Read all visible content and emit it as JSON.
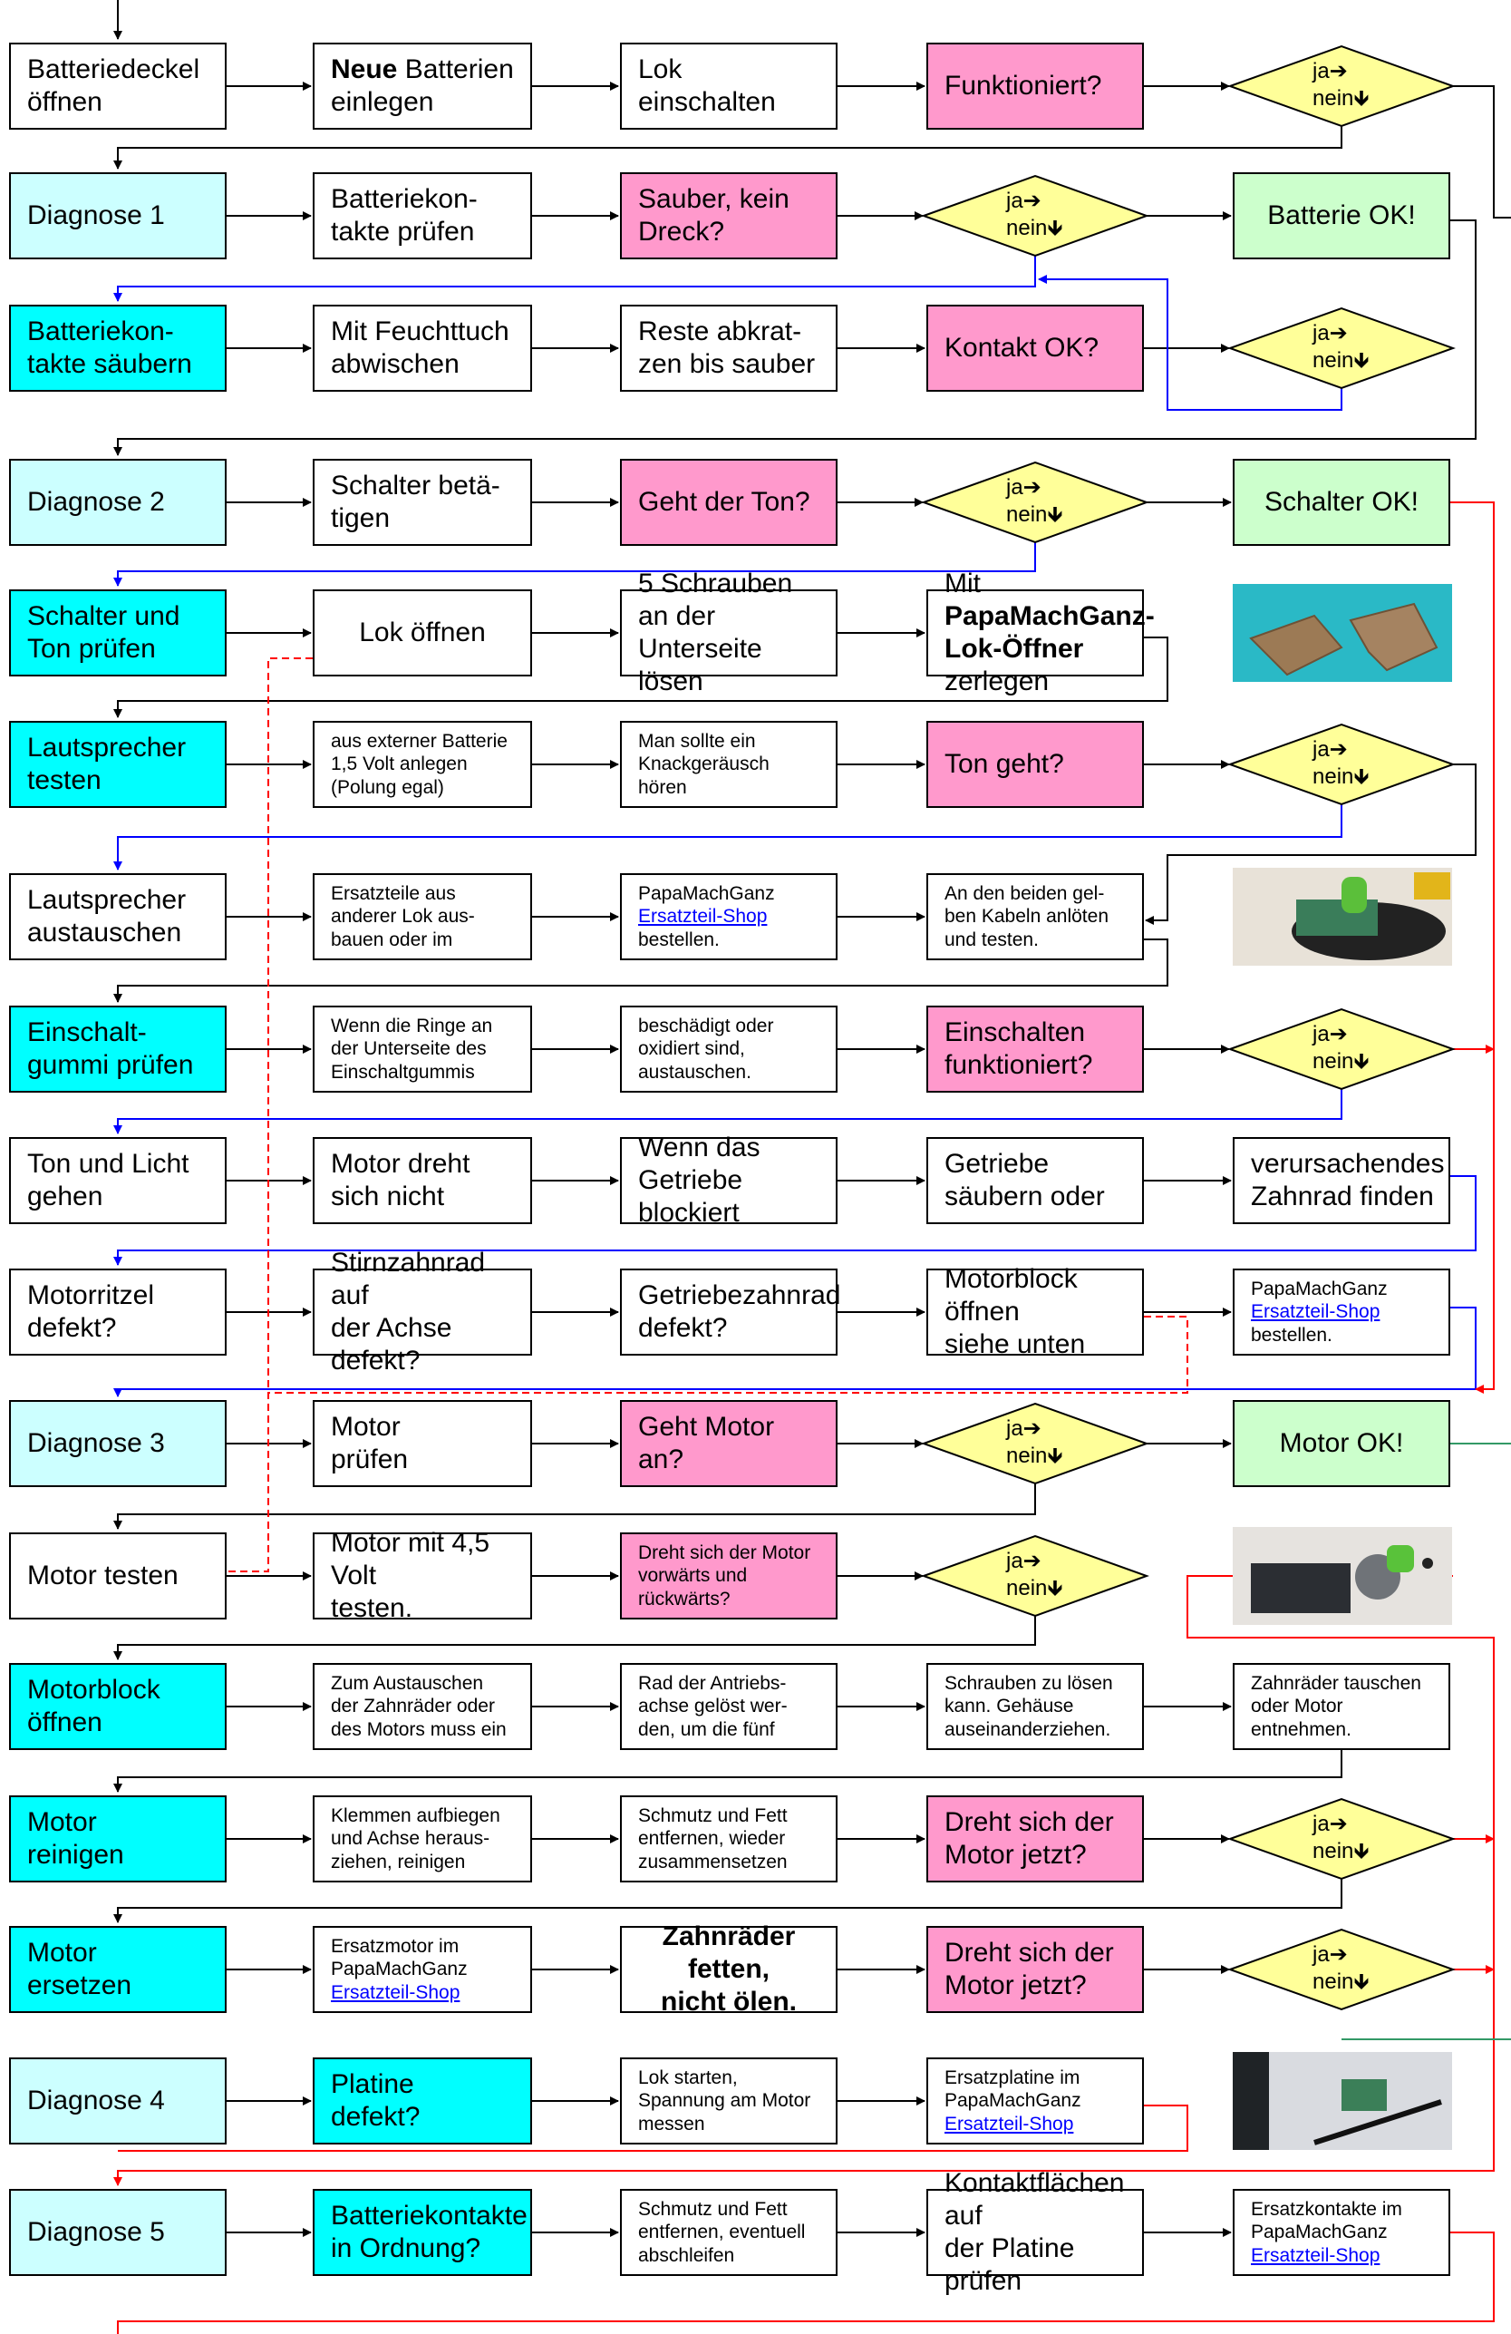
{
  "colors": {
    "white": "#ffffff",
    "pale_cyan": "#ccffff",
    "cyan": "#00ffff",
    "pink": "#ff99cc",
    "green": "#ccffcc",
    "yellow": "#ffff99",
    "arrow_black": "#000000",
    "arrow_blue": "#0000ff",
    "arrow_red": "#ff0000",
    "arrow_green": "#339966"
  },
  "decision_label": "ja➔\nnein🡻",
  "rows": [
    {
      "name": "batteriedeckel",
      "cells": [
        {
          "text": "Batteriedeckel\nöffnen",
          "color": "white"
        },
        {
          "rich": [
            {
              "t": "Neue",
              "b": true
            },
            {
              "t": " Batterien\neinlegen"
            }
          ],
          "color": "white"
        },
        {
          "text": "Lok\neinschalten",
          "color": "white"
        },
        {
          "text": "Funktioniert?",
          "color": "pink"
        },
        {
          "decision": true
        }
      ]
    },
    {
      "name": "diagnose-1",
      "cells": [
        {
          "text": "Diagnose 1",
          "color": "pale_cyan"
        },
        {
          "text": "Batteriekon-\ntakte prüfen",
          "color": "white"
        },
        {
          "text": "Sauber, kein\nDreck?",
          "color": "pink"
        },
        {
          "decision": true
        },
        {
          "text": "Batterie OK!",
          "color": "green",
          "center": true
        }
      ]
    },
    {
      "name": "batteriekontakte-saeubern",
      "cells": [
        {
          "text": "Batteriekon-\ntakte säubern",
          "color": "cyan"
        },
        {
          "text": "Mit Feuchttuch\nabwischen",
          "color": "white"
        },
        {
          "text": "Reste abkrat-\nzen bis sauber",
          "color": "white"
        },
        {
          "text": "Kontakt OK?",
          "color": "pink"
        },
        {
          "decision": true
        }
      ]
    },
    {
      "name": "diagnose-2",
      "cells": [
        {
          "text": "Diagnose 2",
          "color": "pale_cyan"
        },
        {
          "text": "Schalter betä-\ntigen",
          "color": "white"
        },
        {
          "text": "Geht der Ton?",
          "color": "pink"
        },
        {
          "decision": true
        },
        {
          "text": "Schalter OK!",
          "color": "green",
          "center": true
        }
      ]
    },
    {
      "name": "schalter-ton-pruefen",
      "cells": [
        {
          "text": "Schalter und\nTon prüfen",
          "color": "cyan"
        },
        {
          "text": "Lok öffnen",
          "color": "white",
          "center": true
        },
        {
          "text": "5 Schrauben an der\nUnterseite lösen",
          "color": "white"
        },
        {
          "rich": [
            {
              "t": "Mit "
            },
            {
              "t": "PapaMachGanz-\nLok-Öffner",
              "b": true
            },
            {
              "t": " zerlegen"
            }
          ],
          "color": "white"
        },
        {
          "photo": "wooden-opener-photo"
        }
      ]
    },
    {
      "name": "lautsprecher-testen",
      "cells": [
        {
          "text": "Lautsprecher\ntesten",
          "color": "cyan"
        },
        {
          "text": "aus externer Batterie\n1,5 Volt anlegen\n(Polung egal)",
          "color": "white"
        },
        {
          "text": "Man sollte ein\nKnackgeräusch\nhören",
          "color": "white"
        },
        {
          "text": "Ton geht?",
          "color": "pink"
        },
        {
          "decision": true
        }
      ]
    },
    {
      "name": "lautsprecher-austauschen",
      "cells": [
        {
          "text": "Lautsprecher\naustauschen",
          "color": "white"
        },
        {
          "text": "Ersatzteile aus\nanderer Lok aus-\nbauen oder im",
          "color": "white"
        },
        {
          "rich": [
            {
              "t": "PapaMachGanz\n"
            },
            {
              "t": "Ersatzteil-Shop",
              "l": true
            },
            {
              "t": "\nbestellen."
            }
          ],
          "color": "white"
        },
        {
          "text": "An den beiden gel-\nben Kabeln anlöten\nund testen.",
          "color": "white"
        },
        {
          "photo": "speaker-photo"
        }
      ]
    },
    {
      "name": "einschaltgummi-pruefen",
      "cells": [
        {
          "text": "Einschalt-\ngummi prüfen",
          "color": "cyan"
        },
        {
          "text": "Wenn die Ringe an\nder Unterseite des\nEinschaltgummis",
          "color": "white"
        },
        {
          "text": "beschädigt oder\noxidiert sind,\naustauschen.",
          "color": "white"
        },
        {
          "text": "Einschalten\nfunktioniert?",
          "color": "pink"
        },
        {
          "decision": true
        }
      ]
    },
    {
      "name": "ton-und-licht",
      "cells": [
        {
          "text": "Ton und Licht\ngehen",
          "color": "white"
        },
        {
          "text": "Motor dreht\nsich nicht",
          "color": "white"
        },
        {
          "text": "Wenn das\nGetriebe blockiert",
          "color": "white"
        },
        {
          "text": "Getriebe\nsäubern oder",
          "color": "white"
        },
        {
          "text": "verursachendes\nZahnrad finden",
          "color": "white"
        }
      ]
    },
    {
      "name": "motorritzel",
      "cells": [
        {
          "text": "Motorritzel\ndefekt?",
          "color": "white"
        },
        {
          "text": "Stirnzahnrad auf\nder Achse defekt?",
          "color": "white"
        },
        {
          "text": "Getriebezahnrad\ndefekt?",
          "color": "white"
        },
        {
          "text": "Motorblock öffnen\nsiehe unten",
          "color": "white"
        },
        {
          "rich": [
            {
              "t": "PapaMachGanz\n"
            },
            {
              "t": "Ersatzteil-Shop",
              "l": true
            },
            {
              "t": "\nbestellen."
            }
          ],
          "color": "white"
        }
      ]
    },
    {
      "name": "diagnose-3",
      "cells": [
        {
          "text": "Diagnose 3",
          "color": "pale_cyan"
        },
        {
          "text": "Motor\nprüfen",
          "color": "white"
        },
        {
          "text": "Geht Motor\nan?",
          "color": "pink"
        },
        {
          "decision": true
        },
        {
          "text": "Motor OK!",
          "color": "green",
          "center": true
        }
      ]
    },
    {
      "name": "motor-testen",
      "cells": [
        {
          "text": "Motor testen",
          "color": "white"
        },
        {
          "text": "Motor mit 4,5 Volt\ntesten.",
          "color": "white"
        },
        {
          "text": "Dreht sich der Motor\nvorwärts und\nrückwärts?",
          "color": "pink"
        },
        {
          "decision": true
        },
        {
          "photo": "motor-photo"
        }
      ]
    },
    {
      "name": "motorblock-oeffnen",
      "cells": [
        {
          "text": "Motorblock\nöffnen",
          "color": "cyan"
        },
        {
          "text": "Zum Austauschen\nder Zahnräder oder\ndes Motors muss ein",
          "color": "white"
        },
        {
          "text": "Rad der Antriebs-\nachse gelöst wer-\nden, um die fünf",
          "color": "white"
        },
        {
          "text": "Schrauben zu lösen\nkann. Gehäuse\nauseinanderziehen.",
          "color": "white"
        },
        {
          "text": "Zahnräder tauschen\noder Motor\nentnehmen.",
          "color": "white"
        }
      ]
    },
    {
      "name": "motor-reinigen",
      "cells": [
        {
          "text": "Motor\nreinigen",
          "color": "cyan"
        },
        {
          "text": "Klemmen aufbiegen\nund Achse heraus-\nziehen, reinigen",
          "color": "white"
        },
        {
          "text": "Schmutz und Fett\nentfernen, wieder\nzusammensetzen",
          "color": "white"
        },
        {
          "text": "Dreht sich der\nMotor jetzt?",
          "color": "pink"
        },
        {
          "decision": true
        }
      ]
    },
    {
      "name": "motor-ersetzen",
      "cells": [
        {
          "text": "Motor\nersetzen",
          "color": "cyan"
        },
        {
          "rich": [
            {
              "t": "Ersatzmotor im\nPapaMachGanz\n"
            },
            {
              "t": "Ersatzteil-Shop",
              "l": true
            }
          ],
          "color": "white"
        },
        {
          "text": "Zahnräder fetten,\nnicht ölen.",
          "color": "white",
          "bold": true,
          "center": true
        },
        {
          "text": "Dreht sich der\nMotor jetzt?",
          "color": "pink"
        },
        {
          "decision": true
        }
      ]
    },
    {
      "name": "diagnose-4",
      "cells": [
        {
          "text": "Diagnose 4",
          "color": "pale_cyan"
        },
        {
          "text": "Platine\ndefekt?",
          "color": "cyan"
        },
        {
          "text": "Lok starten,\nSpannung am Motor\nmessen",
          "color": "white"
        },
        {
          "rich": [
            {
              "t": "Ersatzplatine im\nPapaMachGanz\n"
            },
            {
              "t": "Ersatzteil-Shop",
              "l": true
            }
          ],
          "color": "white"
        },
        {
          "photo": "circuit-photo"
        }
      ]
    },
    {
      "name": "diagnose-5",
      "cells": [
        {
          "text": "Diagnose 5",
          "color": "pale_cyan"
        },
        {
          "text": "Batteriekontakte\nin Ordnung?",
          "color": "cyan"
        },
        {
          "text": "Schmutz und Fett\nentfernen, eventuell\nabschleifen",
          "color": "white"
        },
        {
          "text": "Kontaktflächen auf\nder Platine prüfen",
          "color": "white"
        },
        {
          "rich": [
            {
              "t": "Ersatzkontakte im\nPapaMachGanz\n"
            },
            {
              "t": "Ersatzteil-Shop",
              "l": true
            }
          ],
          "color": "white"
        }
      ]
    }
  ]
}
